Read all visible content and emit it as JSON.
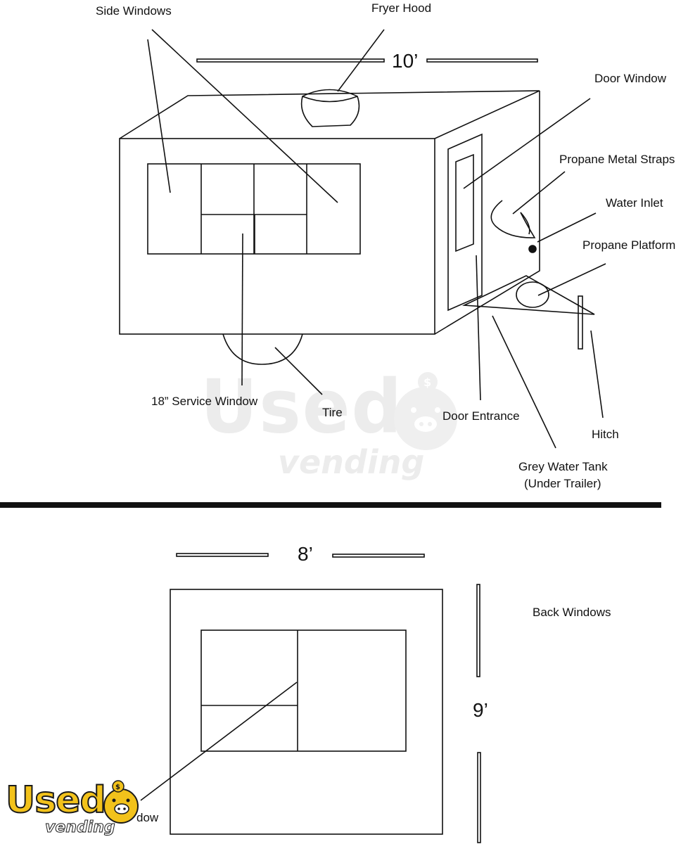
{
  "top_view": {
    "dimension": "10’",
    "labels": {
      "side_windows": "Side Windows",
      "fryer_hood": "Fryer Hood",
      "door_window": "Door Window",
      "propane_metal_straps": "Propane Metal Straps",
      "water_inlet": "Water Inlet",
      "propane_platform": "Propane Platform",
      "service_window": "18” Service Window",
      "tire": "Tire",
      "door_entrance": "Door Entrance",
      "hitch": "Hitch",
      "grey_water_tank": "Grey Water Tank",
      "grey_water_tank_note": "(Under Trailer)"
    }
  },
  "back_view": {
    "width_dimension": "8’",
    "height_dimension": "9’",
    "labels": {
      "back_windows": "Back Windows",
      "partial_window_label": "dow"
    }
  },
  "watermark": {
    "brand_top": "Used",
    "brand_bottom": "vending",
    "color_light": "#e6e6e6",
    "logo_yellow": "#f2c21b",
    "logo_black": "#1a1a1a"
  }
}
